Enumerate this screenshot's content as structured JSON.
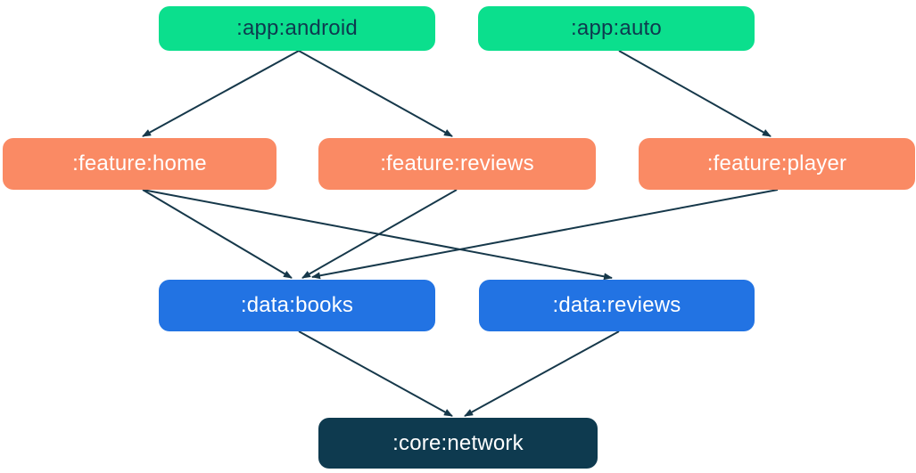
{
  "diagram": {
    "kind": "module-dependency-graph",
    "nodes": [
      {
        "id": "app-android",
        "label": ":app:android",
        "color_role": "green"
      },
      {
        "id": "app-auto",
        "label": ":app:auto",
        "color_role": "green"
      },
      {
        "id": "feature-home",
        "label": ":feature:home",
        "color_role": "orange"
      },
      {
        "id": "feature-reviews",
        "label": ":feature:reviews",
        "color_role": "orange"
      },
      {
        "id": "feature-player",
        "label": ":feature:player",
        "color_role": "orange"
      },
      {
        "id": "data-books",
        "label": ":data:books",
        "color_role": "blue"
      },
      {
        "id": "data-reviews",
        "label": ":data:reviews",
        "color_role": "blue"
      },
      {
        "id": "core-network",
        "label": ":core:network",
        "color_role": "navy"
      }
    ],
    "edges": [
      {
        "from": "app-android",
        "to": "feature-home"
      },
      {
        "from": "app-android",
        "to": "feature-reviews"
      },
      {
        "from": "app-auto",
        "to": "feature-player"
      },
      {
        "from": "feature-home",
        "to": "data-books"
      },
      {
        "from": "feature-home",
        "to": "data-reviews"
      },
      {
        "from": "feature-reviews",
        "to": "data-books"
      },
      {
        "from": "feature-player",
        "to": "data-books"
      },
      {
        "from": "data-books",
        "to": "core-network"
      },
      {
        "from": "data-reviews",
        "to": "core-network"
      }
    ]
  },
  "colors": {
    "node_green": "#0bdf8d",
    "node_orange": "#fa8a64",
    "node_blue": "#2273e3",
    "node_navy": "#0e3a4f",
    "edge_line": "#16384a",
    "text_on_green": "#0e3a4f",
    "text_on_color": "#ffffff",
    "background": "#ffffff"
  }
}
